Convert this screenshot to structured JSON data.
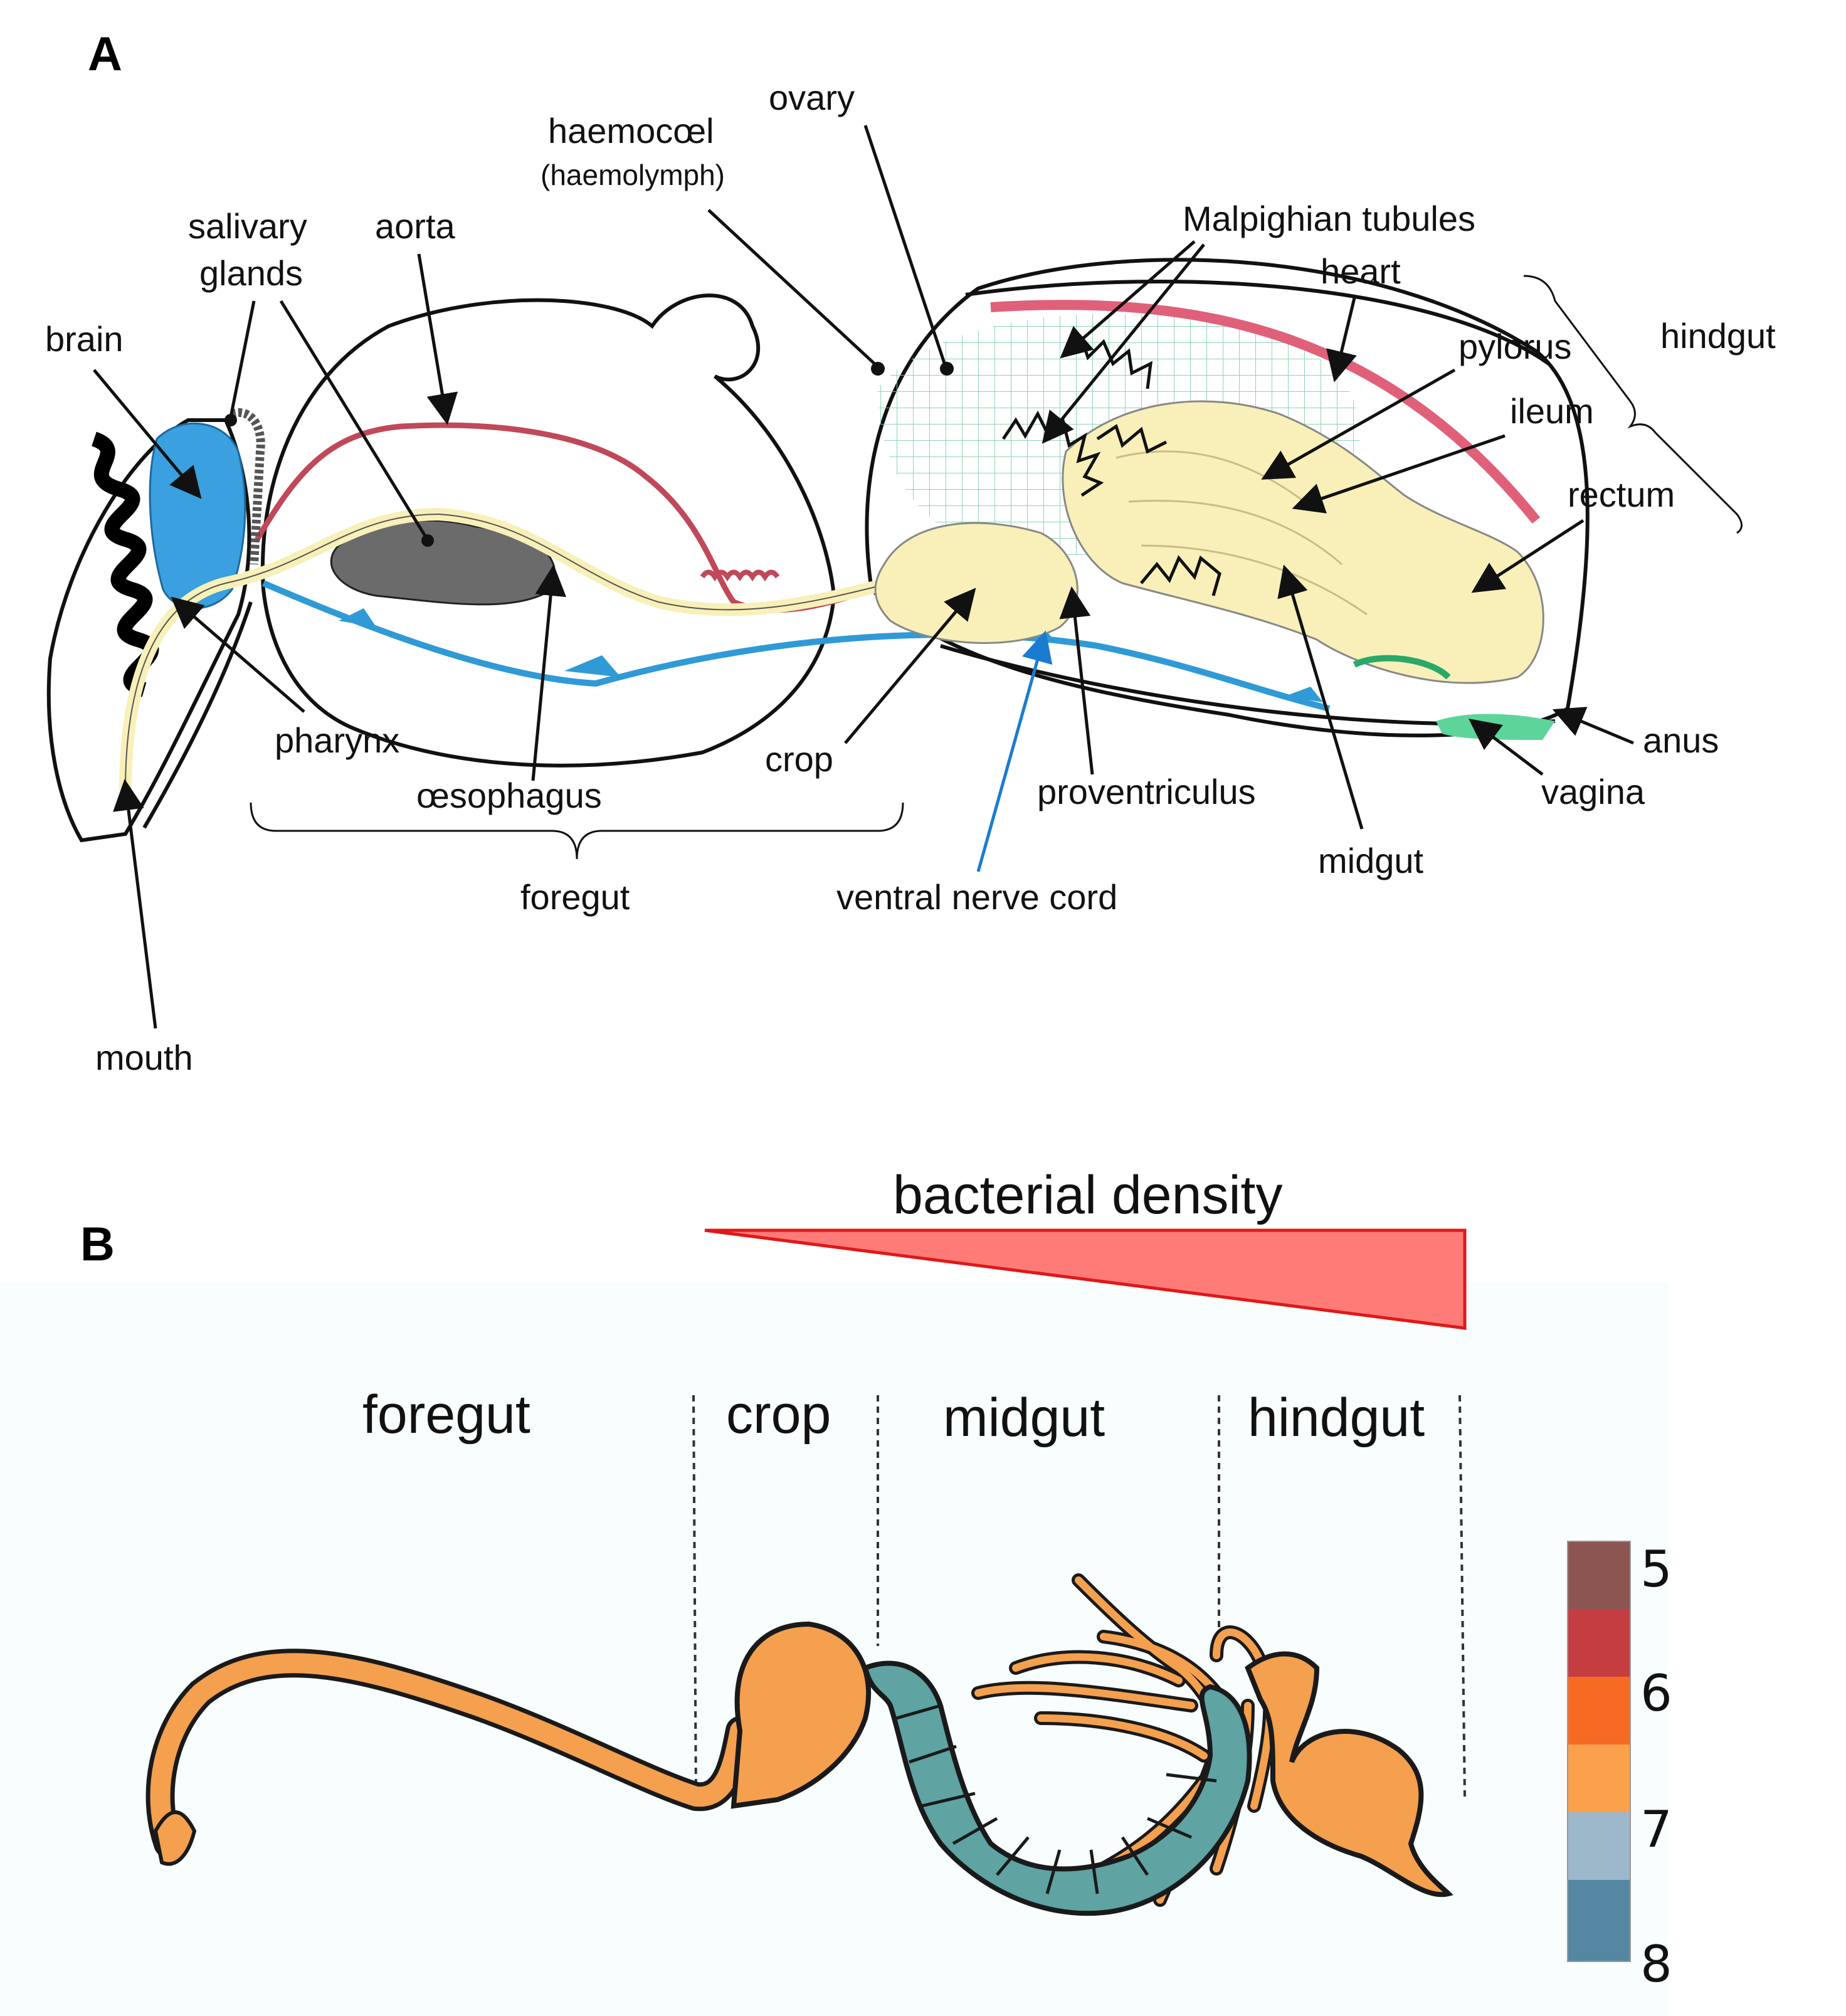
{
  "panel_a": {
    "panel_label": "A",
    "labels": {
      "brain": "brain",
      "salivary_1": "salivary",
      "salivary_2": "glands",
      "aorta": "aorta",
      "haemocoel": "haemocœl",
      "haemolymph": "(haemolymph)",
      "ovary": "ovary",
      "malpighian": "Malpighian tubules",
      "heart": "heart",
      "hindgut": "hindgut",
      "pylorus": "pylorus",
      "ileum": "ileum",
      "rectum": "rectum",
      "pharynx": "pharynx",
      "oesophagus": "œsophagus",
      "crop": "crop",
      "proventriculus": "proventriculus",
      "anus": "anus",
      "vagina": "vagina",
      "midgut": "midgut",
      "foregut": "foregut",
      "ventral_nerve_cord": "ventral nerve cord",
      "mouth": "mouth"
    }
  },
  "panel_b": {
    "panel_label": "B",
    "density_label": "bacterial density",
    "regions": [
      "foregut",
      "crop",
      "midgut",
      "hindgut"
    ],
    "scale_ticks": [
      "5",
      "6",
      "7",
      "8"
    ],
    "scale_colors": [
      "#8c5552",
      "#c43d40",
      "#f76a24",
      "#fba04b",
      "#9db7cb",
      "#5586a2"
    ]
  },
  "colors": {
    "gut_yellow": "#f8f0b8",
    "nerve_blue": "#2f9ad6",
    "aorta_red": "#c04858",
    "heart_pink": "#e0607a",
    "ovary_green": "#bfe9d4",
    "gut_orange": "#f4a04e",
    "midgut_teal": "#5fa3a3",
    "density_red": "#ff7b78"
  }
}
